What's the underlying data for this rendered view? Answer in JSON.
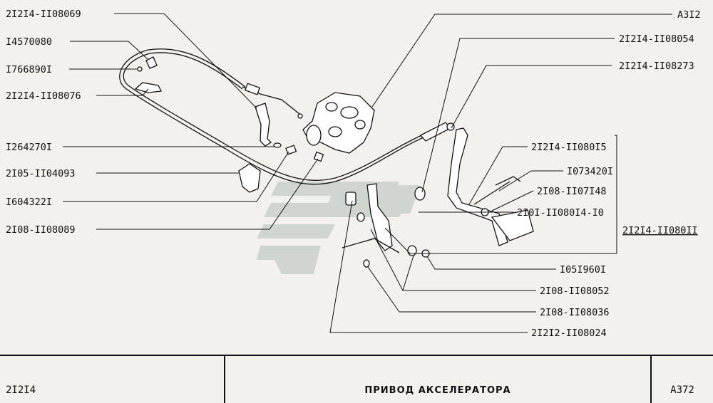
{
  "labels": {
    "l1": "2I2I4-II08069",
    "l2": "I4570080",
    "l3": "I766890I",
    "l4": "2I2I4-II08076",
    "l5": "I264270I",
    "l6": "2I05-II04093",
    "l7": "I604322I",
    "l8": "2I08-II08089",
    "r1": "А3I2",
    "r2": "2I2I4-II08054",
    "r3": "2I2I4-II08273",
    "r4": "2I2I4-II080I5",
    "r5": "I073420I",
    "r6": "2I08-II07I48",
    "r7": "2I0I-II080I4-I0",
    "r8": "2I2I4-II080II",
    "r9": "I05I960I",
    "r10": "2I08-II08052",
    "r11": "2I08-II08036",
    "r12": "2I2I2-II08024"
  },
  "footer": {
    "model": "2I2I4",
    "title": "ПРИВОД АКСЕЛЕРАТОРА",
    "page": "А372"
  }
}
